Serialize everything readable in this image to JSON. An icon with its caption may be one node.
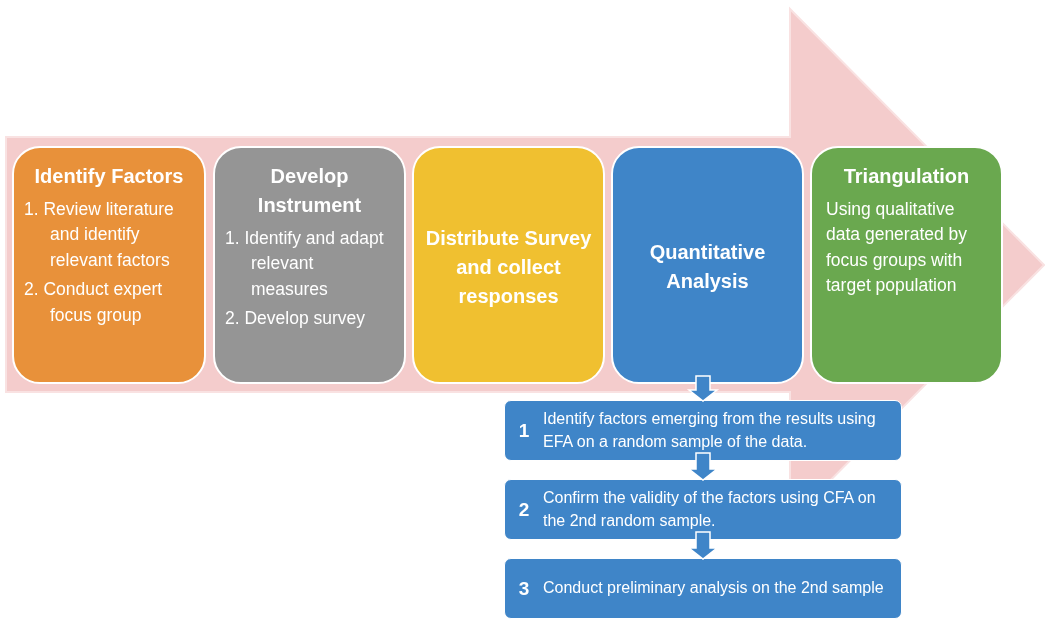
{
  "diagram": {
    "nodes": [
      {
        "text": [
          "Identify Factors",
          "1. Review literature and identify relevant factors",
          "2. Conduct expert focus group"
        ]
      },
      {
        "text": [
          "Develop Instrument",
          "1. Identify and adapt relevant measures",
          "2. Develop survey"
        ]
      },
      {
        "text": [
          "Distribute Survey and collect responses"
        ]
      },
      {
        "text": [
          "Quantitative Analysis"
        ]
      },
      {
        "text": [
          "Triangulation",
          "Using qualitative data generated by focus groups with target population"
        ]
      },
      {
        "text": [
          "1",
          "Identify factors emerging from the results using EFA on a random sample of the data."
        ]
      },
      {
        "text": [
          "2",
          "Confirm the validity of the factors using CFA on the 2nd random sample."
        ]
      },
      {
        "text": [
          "3",
          "Conduct preliminary analysis on the 2nd sample"
        ]
      }
    ],
    "edges": [
      {
        "from": 3,
        "to": 5,
        "arrow": "to"
      },
      {
        "from": 5,
        "to": 6,
        "arrow": "to"
      },
      {
        "from": 6,
        "to": 7,
        "arrow": "to"
      }
    ]
  }
}
